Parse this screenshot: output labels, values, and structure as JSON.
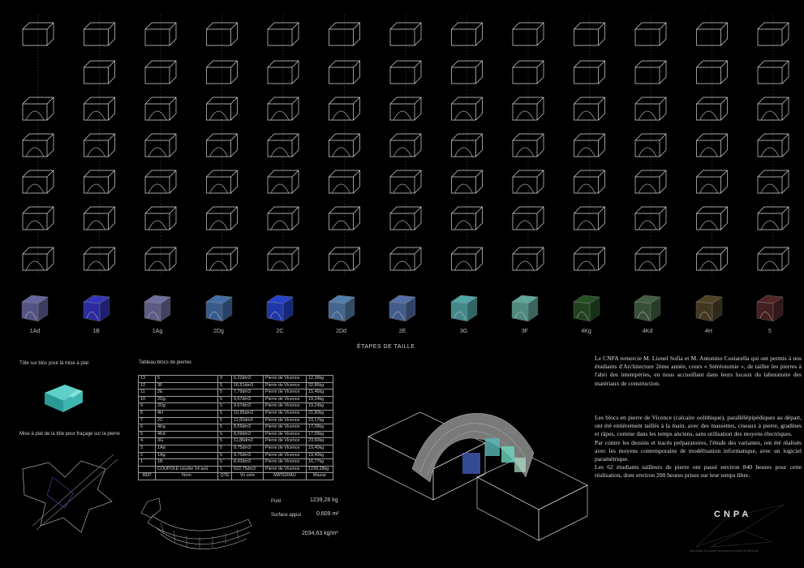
{
  "blocks": [
    "1Ad",
    "1B",
    "1Ag",
    "2Dg",
    "2C",
    "2Dd",
    "2E",
    "3G",
    "3F",
    "4Kg",
    "4Kd",
    "4H",
    "5"
  ],
  "block_colors": [
    "#6f6fb0",
    "#3a3ad0",
    "#7a7ab0",
    "#4a7ab8",
    "#2a4ae0",
    "#5a8ac0",
    "#5a7ab8",
    "#5ab8b8",
    "#6ab8a8",
    "#2a5a2a",
    "#4a6a4a",
    "#5a4a2a",
    "#5a2a2a"
  ],
  "section_title": "ÉTAPES DE TAILLE",
  "caption_tole": "Tôle sur bloc pour la mise à plat",
  "caption_miseaplat": "Mise à plat de la tôle pour fraçage sur la pierre",
  "table_title": "Tableau blocs de pierres",
  "table_rows": [
    [
      "13",
      "5",
      "9",
      "6,22dm3",
      "Pierre de Vicence",
      "12,39kg"
    ],
    [
      "12",
      "3F",
      "5",
      "16,51dm3",
      "Pierre de Vicence",
      "32,86kg"
    ],
    [
      "11",
      "2E",
      "5",
      "7,79dm3",
      "Pierre de Vicence",
      "15,46kg"
    ],
    [
      "10",
      "2Dg",
      "5",
      "9,67dm3",
      "Pierre de Vicence",
      "19,24kg"
    ],
    [
      "9",
      "2Dg",
      "5",
      "9,67dm3",
      "Pierre de Vicence",
      "19,24kg"
    ],
    [
      "8",
      "4H",
      "5",
      "10,95dm3",
      "Pierre de Vicence",
      "21,80kg"
    ],
    [
      "7",
      "2C",
      "5",
      "11,65dm3",
      "Pierre de Vicence",
      "23,17kg"
    ],
    [
      "6",
      "4Kg",
      "5",
      "8,59dm3",
      "Pierre de Vicence",
      "17,09kg"
    ],
    [
      "5",
      "4Kd",
      "5",
      "8,59dm3",
      "Pierre de Vicence",
      "17,09kg"
    ],
    [
      "4",
      "3G",
      "5",
      "11,86dm3",
      "Pierre de Vicence",
      "23,60kg"
    ],
    [
      "3",
      "1Ad",
      "5",
      "9,75dm3",
      "Pierre de Vicence",
      "19,40kg"
    ],
    [
      "2",
      "1Ag",
      "5",
      "9,75dm3",
      "Pierre de Vicence",
      "19,40kg"
    ],
    [
      "1",
      "1B",
      "5",
      "8,43dm3",
      "Pierre de Vicence",
      "16,77kg"
    ],
    [
      "",
      "COUPOLE courbe 14 aoû",
      "1",
      "622,75dm3",
      "Pierre de Vicence",
      "1239,28kg"
    ]
  ],
  "table_header": [
    "REP",
    "Nom",
    "QTE",
    "Vo ume",
    "MATERIAU",
    "Masse"
  ],
  "stats": {
    "poid_label": "Poid",
    "poid_value": "1239,28 kg",
    "surface_label": "Surface appui",
    "surface_value": "0,609 m²",
    "pressure_value": "2034,63 kg/m²"
  },
  "thanks_text": "Le CNPA remercie M. Lionel Sofia et M. Antonino Costarella qui ont permis à nos étudiants d'Architecture 2ème année, cours « Stéréotomie », de tailler les pierres à l'abri des intempéries, en nous accueillant dans leurs locaux du laboratoire des matériaux de construction.",
  "desc_paragraphs": [
    "Les blocs en pierre de Vicence (calcaire oolithique), parallélépipédiques au départ, ont été entièrement taillés à la main, avec des massettes, ciseaux à pierre, gradines et râpes, comme dans les temps anciens, sans utilisation des moyens électriques.",
    "Par contre les dessins et tracés préparatoires, l'étude des variantes, ont été réalisés avec les moyens contemporains de modélisation informatique, avec un logiciel paramétrique.",
    "Les 62 étudiants tailleurs de pierre ont passé environ 840 heures pour cette réalisation, dont environ 200 heures prises sur leur temps libre."
  ],
  "brand": "CNPA",
  "brand_sub": "laboratoire de culture numérique de projet architectural"
}
